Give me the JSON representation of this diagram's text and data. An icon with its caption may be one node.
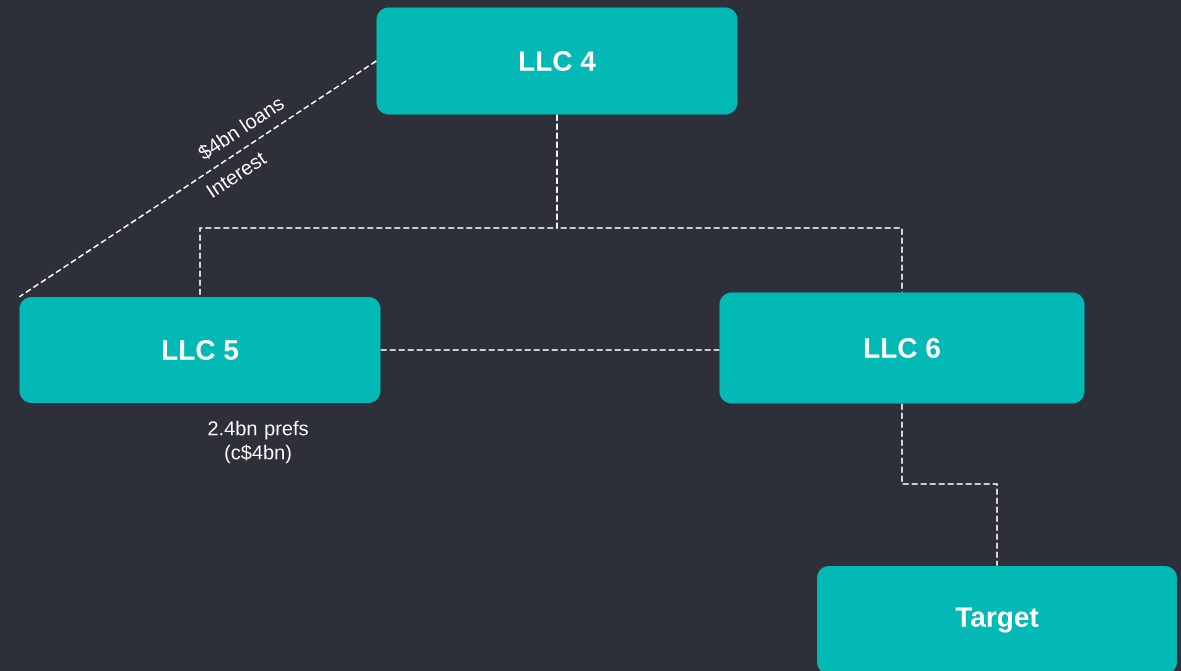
{
  "diagram": {
    "nodes": [
      {
        "text": [
          "LLC 4"
        ]
      },
      {
        "text": [
          "LLC 5"
        ],
        "beside": [
          "2.4bn prefs (c$4bn)"
        ]
      },
      {
        "text": [
          "LLC 6"
        ]
      },
      {
        "text": [
          "Target"
        ]
      }
    ],
    "edges": [
      {
        "from": 0,
        "to": 1,
        "arrow": "none",
        "style": "dashed"
      },
      {
        "from": 0,
        "to": 2,
        "arrow": "none",
        "style": "dashed"
      },
      {
        "from": 0,
        "to": 1,
        "arrow": "none",
        "style": "dashed",
        "label": "$4bn loans"
      },
      {
        "from": 1,
        "to": 2,
        "arrow": "none",
        "style": "dashed"
      },
      {
        "from": 2,
        "to": 3,
        "arrow": "none",
        "style": "dashed"
      }
    ],
    "labels": [
      "Interest"
    ]
  }
}
